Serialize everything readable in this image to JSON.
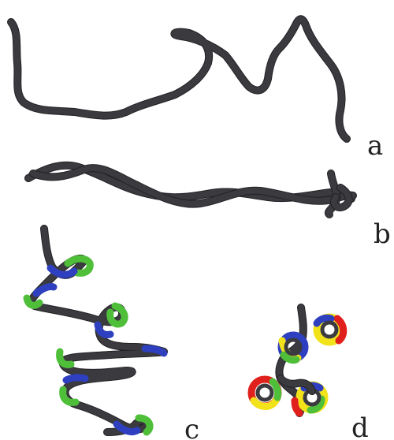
{
  "labels": {
    "a": "a",
    "b": "b",
    "c": "c",
    "d": "d"
  },
  "colors": {
    "strand": "#3b3b3f",
    "green": "#4fbf3a",
    "blue": "#2e3fbf",
    "red": "#e0201c",
    "yellow": "#f2e21a"
  }
}
